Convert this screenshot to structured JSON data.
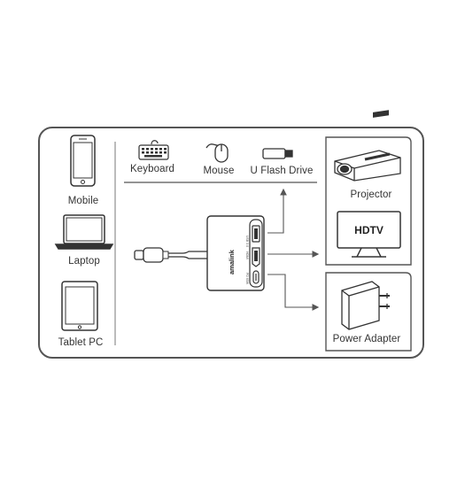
{
  "devices_left": [
    {
      "label": "Mobile",
      "icon": "smartphone-icon"
    },
    {
      "label": "Laptop",
      "icon": "laptop-icon"
    },
    {
      "label": "Tablet PC",
      "icon": "tablet-icon"
    }
  ],
  "peripherals_top": [
    {
      "label": "Keyboard",
      "icon": "keyboard-icon"
    },
    {
      "label": "Mouse",
      "icon": "mouse-icon"
    },
    {
      "label": "U Flash Drive",
      "icon": "usb-flash-drive-icon"
    }
  ],
  "outputs_right": {
    "projector": {
      "label": "Projector",
      "icon": "projector-icon"
    },
    "hdtv": {
      "screen_text": "HDTV",
      "icon": "hdtv-icon"
    },
    "power": {
      "label": "Power Adapter",
      "icon": "power-adapter-icon"
    }
  },
  "hub": {
    "brand": "amalink",
    "icon": "usb-c-hub-icon"
  },
  "colors": {
    "line": "#555555",
    "frame": "#555555",
    "background": "#ffffff"
  }
}
